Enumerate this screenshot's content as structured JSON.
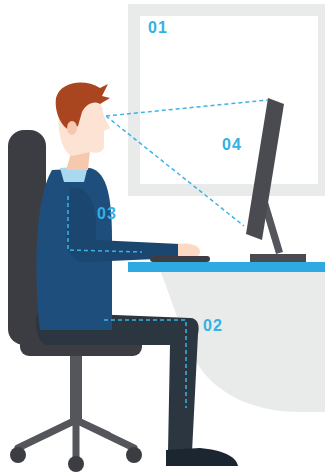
{
  "diagram": {
    "labels": [
      "01",
      "04",
      "03",
      "02"
    ]
  }
}
